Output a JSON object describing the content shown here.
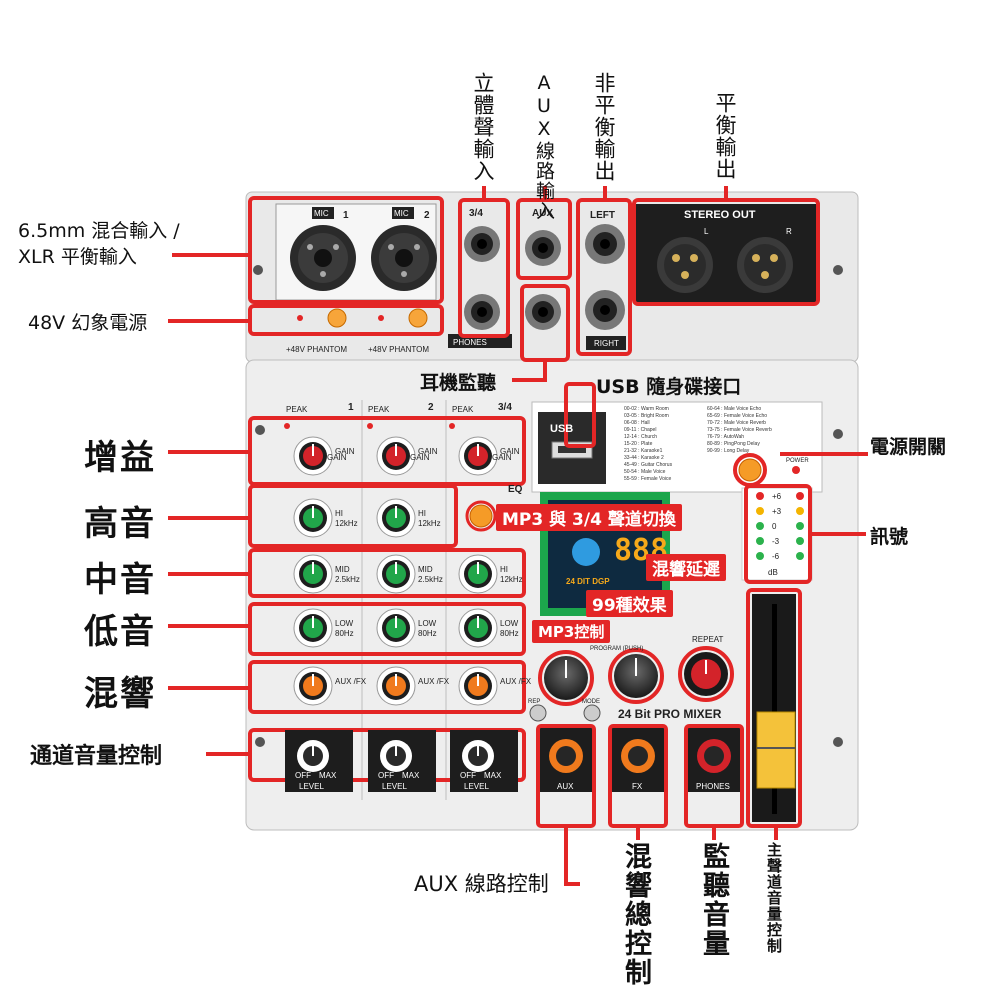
{
  "callouts": {
    "input_combo": "6.5mm 混合輸入 /",
    "input_combo_2": "XLR 平衡輸入",
    "phantom": "48V 幻象電源",
    "gain": "增益",
    "treble": "高音",
    "mid": "中音",
    "bass": "低音",
    "reverb": "混響",
    "channel_volume": "通道音量控制",
    "stereo_input": "立體聲輸入",
    "aux_line_input": "AUX線路輸入",
    "unbalanced_out": "非平衡輸出",
    "balanced_out": "平衡輸出",
    "headphone_monitor": "耳機監聽",
    "usb_port": "USB 隨身碟接口",
    "power_switch": "電源開關",
    "signal": "訊號",
    "aux_line_control": "AUX 線路控制",
    "reverb_master": "混響總控制",
    "monitor_volume": "監聽音量",
    "main_volume": "主聲道音量控制",
    "mp3_switch": "MP3 與 3/4 聲道切換",
    "reverb_delay": "混響延遲",
    "effects_99": "99種效果",
    "mp3_control": "MP3控制"
  },
  "panel": {
    "mic1": "MIC",
    "mic1_num": "1",
    "mic2": "MIC",
    "mic2_num": "2",
    "ch34": "3/4",
    "aux": "AUX",
    "left": "LEFT",
    "right": "RIGHT",
    "stereo_out": "STEREO OUT",
    "out_l": "L",
    "out_r": "R",
    "phones": "PHONES",
    "phantom": "+48V  PHANTOM",
    "peak": "PEAK",
    "gain": "GAIN",
    "eq": "EQ",
    "hi": "HI",
    "hi_freq": "12kHz",
    "mid": "MID",
    "mid_freq": "2.5kHz",
    "low": "LOW",
    "low_freq": "80Hz",
    "auxfx": "AUX /FX",
    "level": "LEVEL",
    "off": "OFF",
    "max": "MAX",
    "usb": "USB",
    "power": "POWER",
    "program": "PROGRAM (PUSH)",
    "repeat": "REPEAT",
    "rep": "REP",
    "mode": "MODE",
    "mixer_name": "24 Bit PRO MIXER",
    "fx_out": "FX",
    "aux_out": "AUX",
    "phones_out": "PHONES",
    "display": "888",
    "dsp": "24 DIT DGP",
    "meter_levels": [
      "+6",
      "+3",
      "0",
      "-3",
      "-6"
    ],
    "meter_db": "dB",
    "effect_list": [
      "00-02 : Warm Room",
      "03-05 : Bright Room",
      "06-08 : Hall",
      "09-11 : Chapel",
      "12-14 : Church",
      "15-20 : Plate",
      "21-32 : Karaoke1",
      "33-44 : Karaoke 2",
      "45-49 : Guitar Chorus",
      "50-54 : Male Voice",
      "55-59 : Female Voice",
      "60-64 : Male Voice Echo",
      "65-69 : Female Voice Echo",
      "70-72 : Male Voice Reverb",
      "73-75 : Female Voice Reverb",
      "76-79 : AutoWah",
      "80-89 : PingPong Delay",
      "90-99 : Long Delay"
    ]
  },
  "colors": {
    "accent": "#e32626",
    "gain_knob": "#d3232a",
    "eq_knob": "#21a64a",
    "fx_knob": "#f07a1d",
    "panel": "#ececec",
    "fader": "#f4c23a"
  }
}
